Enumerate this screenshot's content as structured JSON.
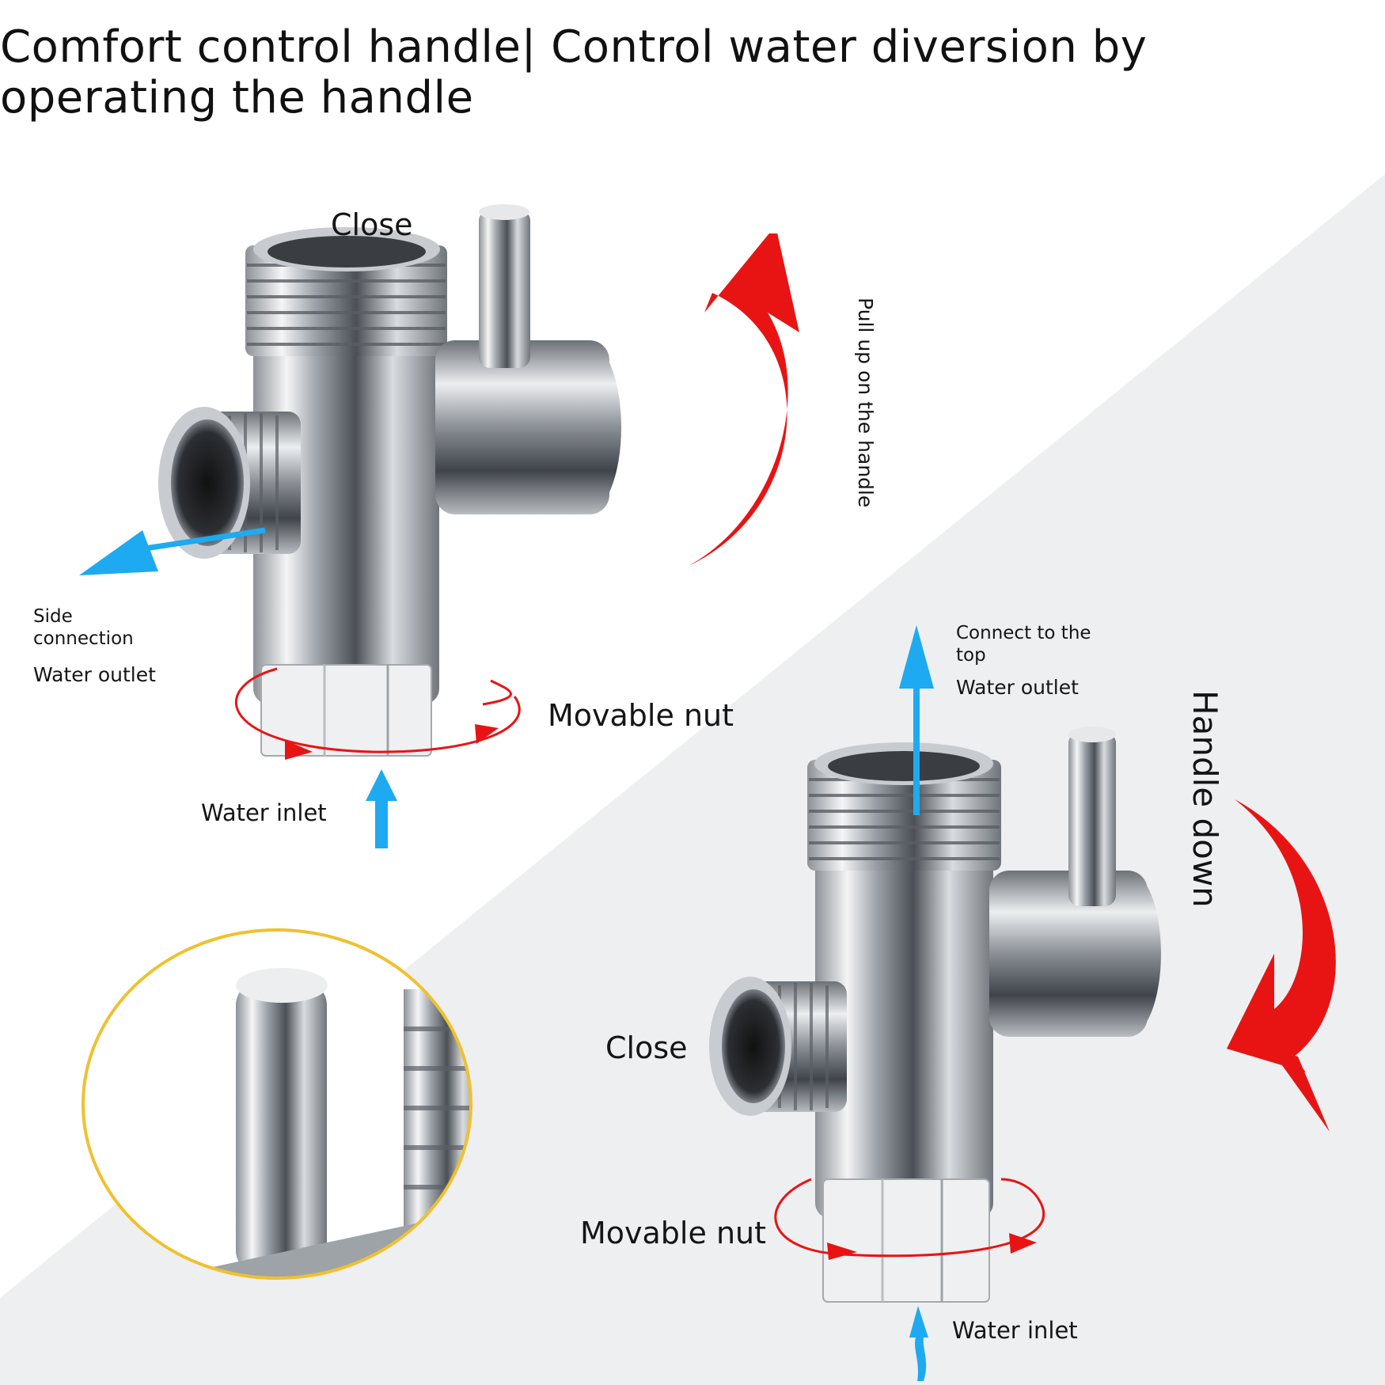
{
  "title": "Comfort control handle| Control water diversion by operating the handle",
  "top_diagram": {
    "state_label": "Close",
    "action_label": "Pull up on the handle",
    "side_outlet_label_line1": "Side",
    "side_outlet_label_line2": "connection",
    "side_outlet_label_line3": "Water outlet",
    "nut_label": "Movable nut",
    "inlet_label": "Water inlet"
  },
  "bottom_diagram": {
    "top_outlet_label_line1": "Connect to the",
    "top_outlet_label_line2": "top",
    "top_outlet_label_line3": "Water outlet",
    "action_label": "Handle down",
    "state_label": "Close",
    "nut_label": "Movable nut",
    "inlet_label": "Water inlet"
  },
  "colors": {
    "background_light": "#ffffff",
    "background_shade": "#eeeff0",
    "arrow_red": "#e81414",
    "arrow_blue": "#1eaaf0",
    "zoom_ring": "#f0c030",
    "chrome": "#b8bcc2"
  },
  "icons": [
    "valve-image",
    "red-curved-arrow",
    "blue-flow-arrow",
    "rotation-arrow",
    "zoom-circle"
  ]
}
